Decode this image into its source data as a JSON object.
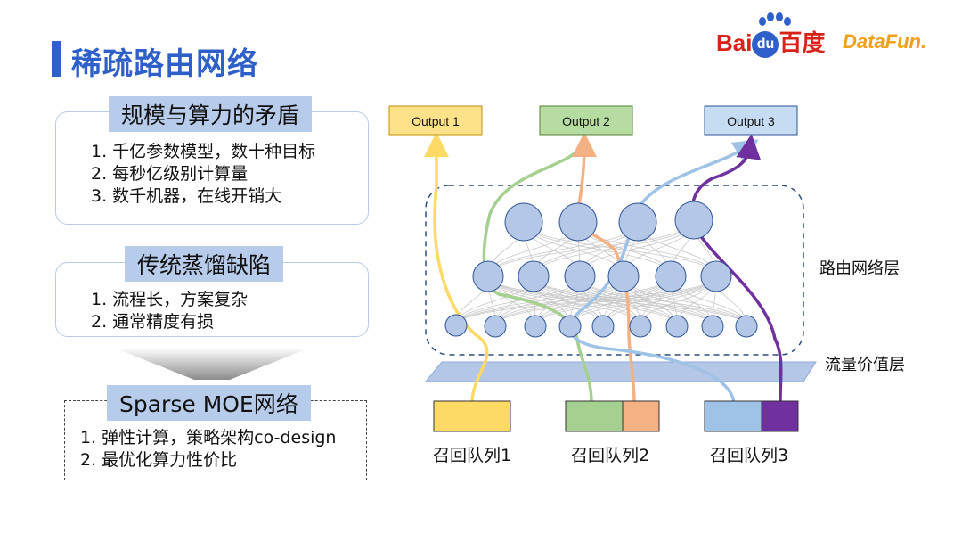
{
  "title": "稀疏路由网络",
  "logos": {
    "baidu_left": "Bai",
    "baidu_du": "du",
    "baidu_right": "百度",
    "datafun": "DataFun."
  },
  "sections": [
    {
      "heading": "规模与算力的矛盾",
      "items": [
        "1. 千亿参数模型，数十种目标",
        "2. 每秒亿级别计算量",
        "3. 数千机器，在线开销大"
      ]
    },
    {
      "heading": "传统蒸馏缺陷",
      "items": [
        "1. 流程长，方案复杂",
        "2. 通常精度有损"
      ]
    },
    {
      "heading": "Sparse MOE网络",
      "items": [
        "1. 弹性计算，策略架构co-design",
        "2. 最优化算力性价比"
      ]
    }
  ],
  "outputs": [
    {
      "label": "Output 1",
      "color": "#fde289"
    },
    {
      "label": "Output 2",
      "color": "#b7dca1"
    },
    {
      "label": "Output 3",
      "color": "#c6dcf2"
    }
  ],
  "layer_labels": {
    "routing": "路由网络层",
    "traffic": "流量价值层"
  },
  "queues": [
    {
      "label": "召回队列1",
      "colors": [
        "#fdd966"
      ]
    },
    {
      "label": "召回队列2",
      "colors": [
        "#a6d08f",
        "#f4b183"
      ]
    },
    {
      "label": "召回队列3",
      "colors": [
        "#9fc3e7",
        "#7030a0"
      ]
    }
  ],
  "path_colors": {
    "yellow": "#fdd966",
    "green": "#a6d08f",
    "orange": "#f4b183",
    "blue": "#9fc3e7",
    "purple": "#7030a0"
  }
}
